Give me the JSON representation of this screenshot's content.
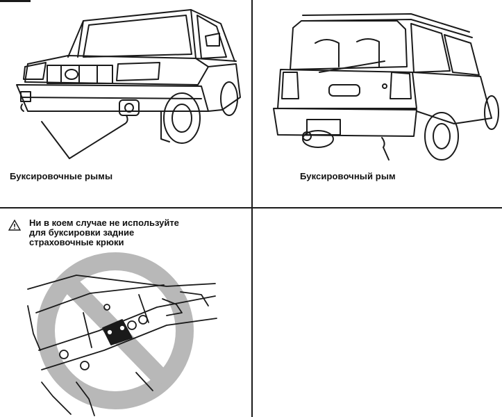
{
  "panels": {
    "front": {
      "caption": "Буксировочные рымы"
    },
    "rear": {
      "caption": "Буксировочный рым"
    },
    "warning": {
      "text": "Ни в коем случае не используйте\nдля буксировки задние\nстраховочные крюки",
      "icon": "warning-triangle-icon"
    }
  },
  "colors": {
    "ink": "#1a1a1a",
    "paper": "#ffffff",
    "prohibition": "#b8b8b8"
  }
}
